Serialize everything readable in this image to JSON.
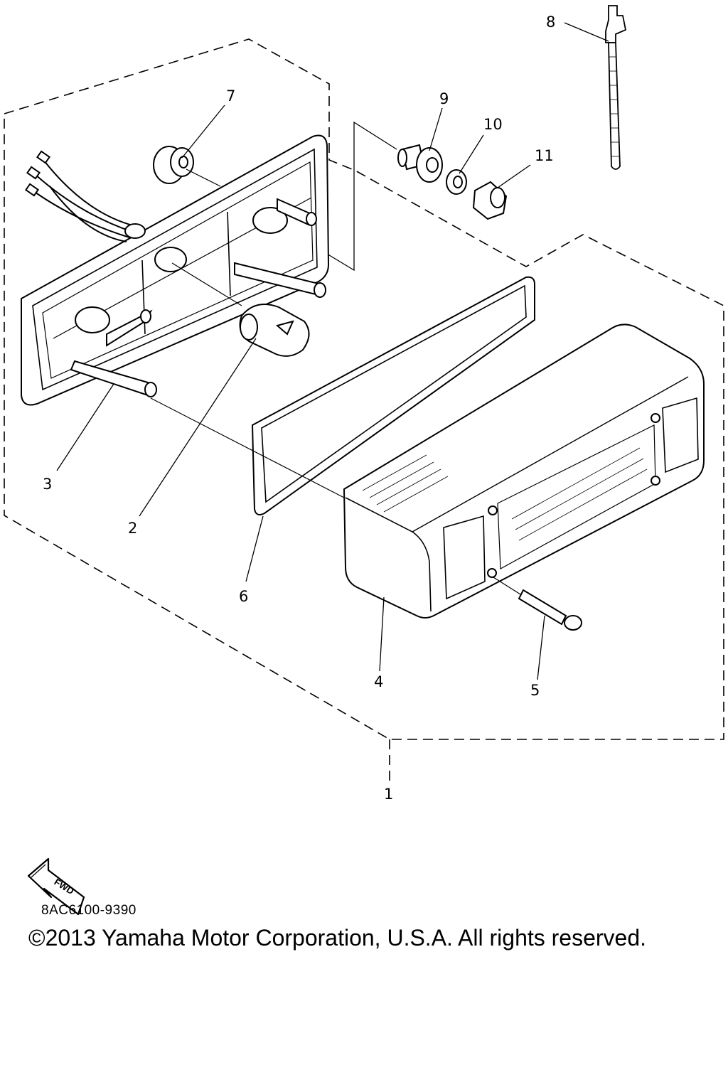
{
  "diagram": {
    "callouts": {
      "c1": "1",
      "c2": "2",
      "c3": "3",
      "c4": "4",
      "c5": "5",
      "c6": "6",
      "c7": "7",
      "c8": "8",
      "c9": "9",
      "c10": "10",
      "c11": "11"
    },
    "fwd_label": "FWD"
  },
  "footer": {
    "part_code": "8AC6100-9390",
    "copyright": "©2013 Yamaha Motor Corporation, U.S.A. All rights reserved."
  }
}
